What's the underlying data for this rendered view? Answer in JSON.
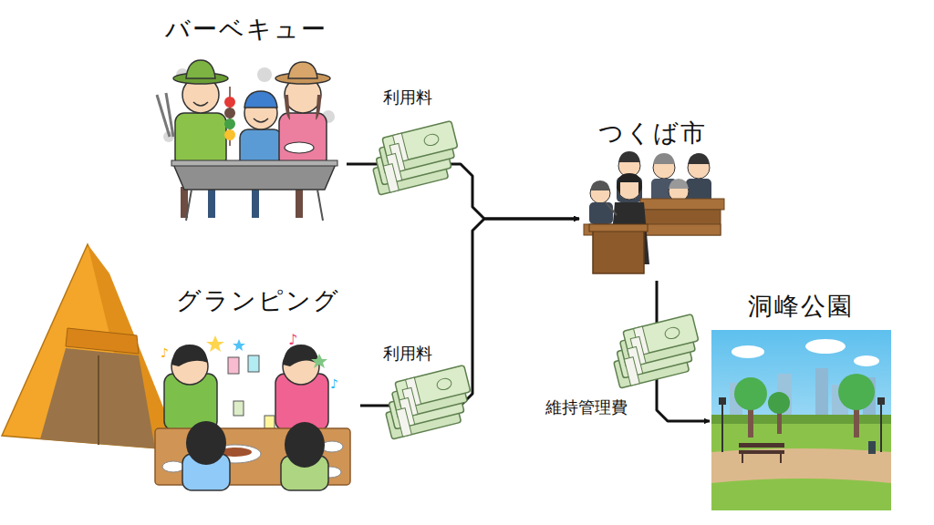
{
  "diagram": {
    "nodes": [
      {
        "text": [
          "バーベキュー"
        ]
      },
      {
        "text": [
          "グランピング"
        ]
      },
      {
        "text": [
          "つくば市"
        ]
      },
      {
        "text": [
          "洞峰公園"
        ]
      }
    ],
    "edges": [
      {
        "from": 0,
        "to": 2,
        "label": "利用料",
        "arrow": "to"
      },
      {
        "from": 1,
        "to": 2,
        "label": "利用料",
        "arrow": "to"
      },
      {
        "from": 2,
        "to": 3,
        "label": "維持管理費",
        "arrow": "to"
      }
    ]
  }
}
